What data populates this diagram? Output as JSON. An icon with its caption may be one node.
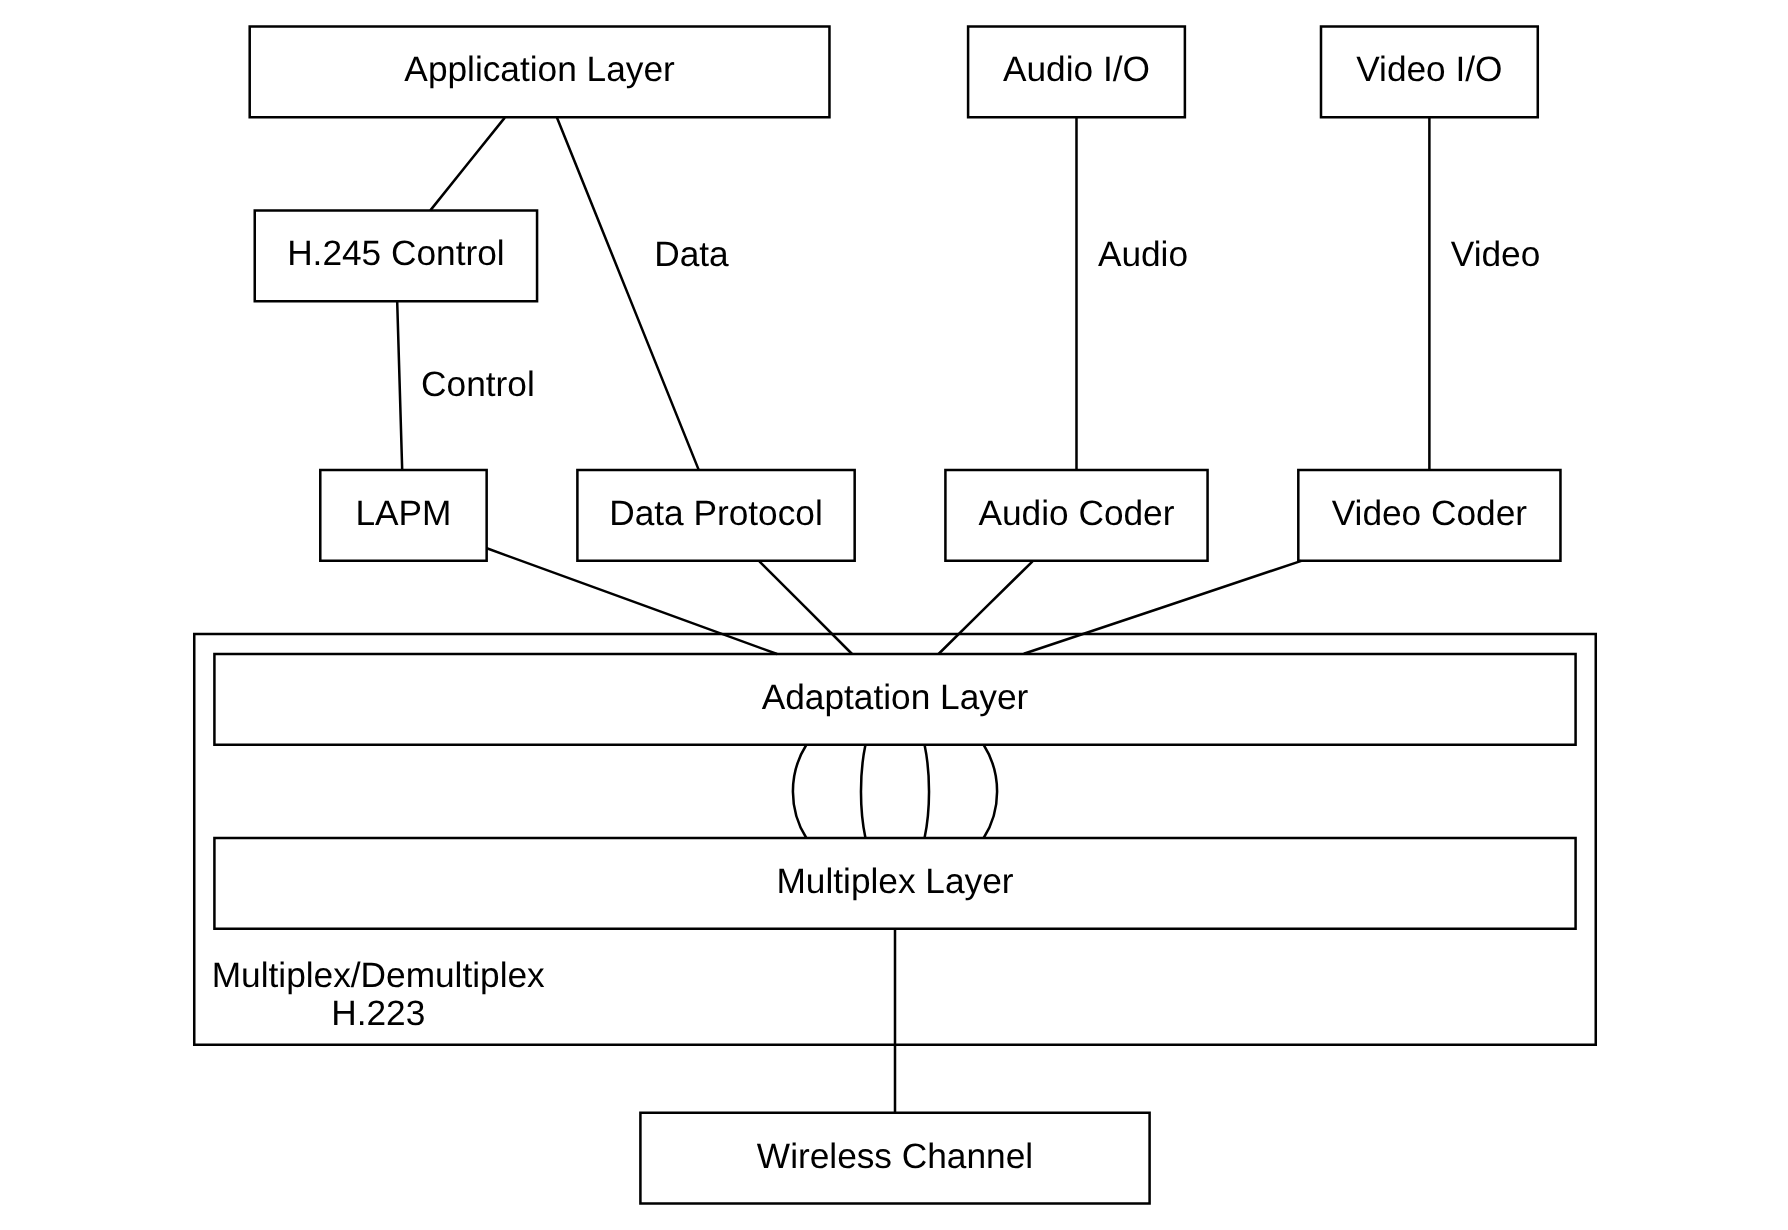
{
  "diagram": {
    "nodes": [
      {
        "text": [
          "Application Layer"
        ]
      },
      {
        "text": [
          "Audio I/O"
        ]
      },
      {
        "text": [
          "Video I/O"
        ]
      },
      {
        "text": [
          "H.245 Control"
        ]
      },
      {
        "text": [
          "LAPM"
        ]
      },
      {
        "text": [
          "Data Protocol"
        ]
      },
      {
        "text": [
          "Audio Coder"
        ]
      },
      {
        "text": [
          "Video Coder"
        ]
      },
      {
        "text": [
          "Multiplex/Demultiplex",
          "H.223"
        ]
      },
      {
        "text": [
          "Adaptation Layer"
        ],
        "in": 8
      },
      {
        "text": [
          "Multiplex Layer"
        ],
        "in": 8
      },
      {
        "text": [
          "Wireless Channel"
        ]
      }
    ],
    "edges": [
      {
        "from": 0,
        "to": 3,
        "arrow": "none"
      },
      {
        "from": 3,
        "to": 4,
        "arrow": "none",
        "label": "Control"
      },
      {
        "from": 0,
        "to": 5,
        "arrow": "none",
        "label": "Data"
      },
      {
        "from": 1,
        "to": 6,
        "arrow": "none",
        "label": "Audio"
      },
      {
        "from": 2,
        "to": 7,
        "arrow": "none",
        "label": "Video"
      },
      {
        "from": 4,
        "to": 9,
        "arrow": "none"
      },
      {
        "from": 5,
        "to": 9,
        "arrow": "none"
      },
      {
        "from": 6,
        "to": 9,
        "arrow": "none"
      },
      {
        "from": 7,
        "to": 9,
        "arrow": "none"
      },
      {
        "from": 9,
        "to": 10,
        "arrow": "none"
      },
      {
        "from": 9,
        "to": 10,
        "arrow": "none"
      },
      {
        "from": 9,
        "to": 10,
        "arrow": "none"
      },
      {
        "from": 9,
        "to": 10,
        "arrow": "none"
      },
      {
        "from": 10,
        "to": 11,
        "arrow": "none"
      }
    ]
  }
}
